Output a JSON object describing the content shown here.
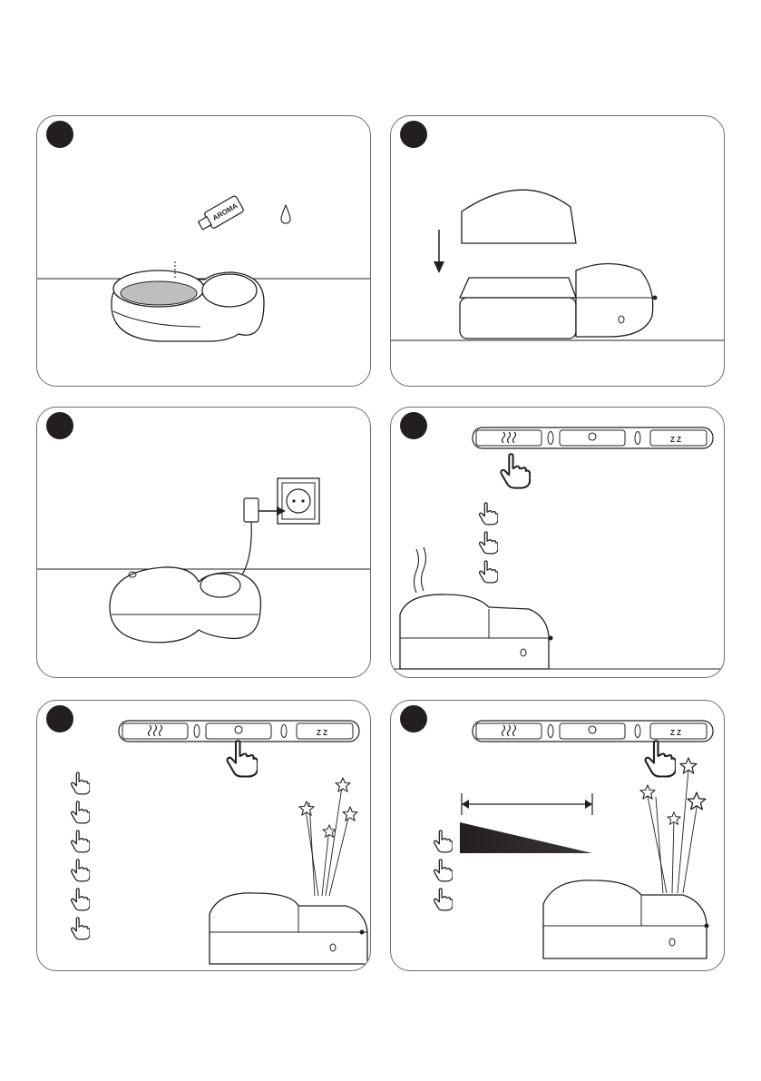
{
  "panels": [
    {
      "id": "fill",
      "bottle_label": "AROMA"
    },
    {
      "id": "cover"
    },
    {
      "id": "plug"
    },
    {
      "id": "mist",
      "taps": 3
    },
    {
      "id": "light",
      "taps": 6
    },
    {
      "id": "projector",
      "taps": 3
    }
  ],
  "control_strip": {
    "buttons": [
      "mist-icon",
      "light-icon",
      "sleep-zz-icon"
    ],
    "sleep_label": "Z Z"
  },
  "colors": {
    "ink": "#231f20",
    "frame": "#6d6e71",
    "step_badge": "#231f20"
  }
}
